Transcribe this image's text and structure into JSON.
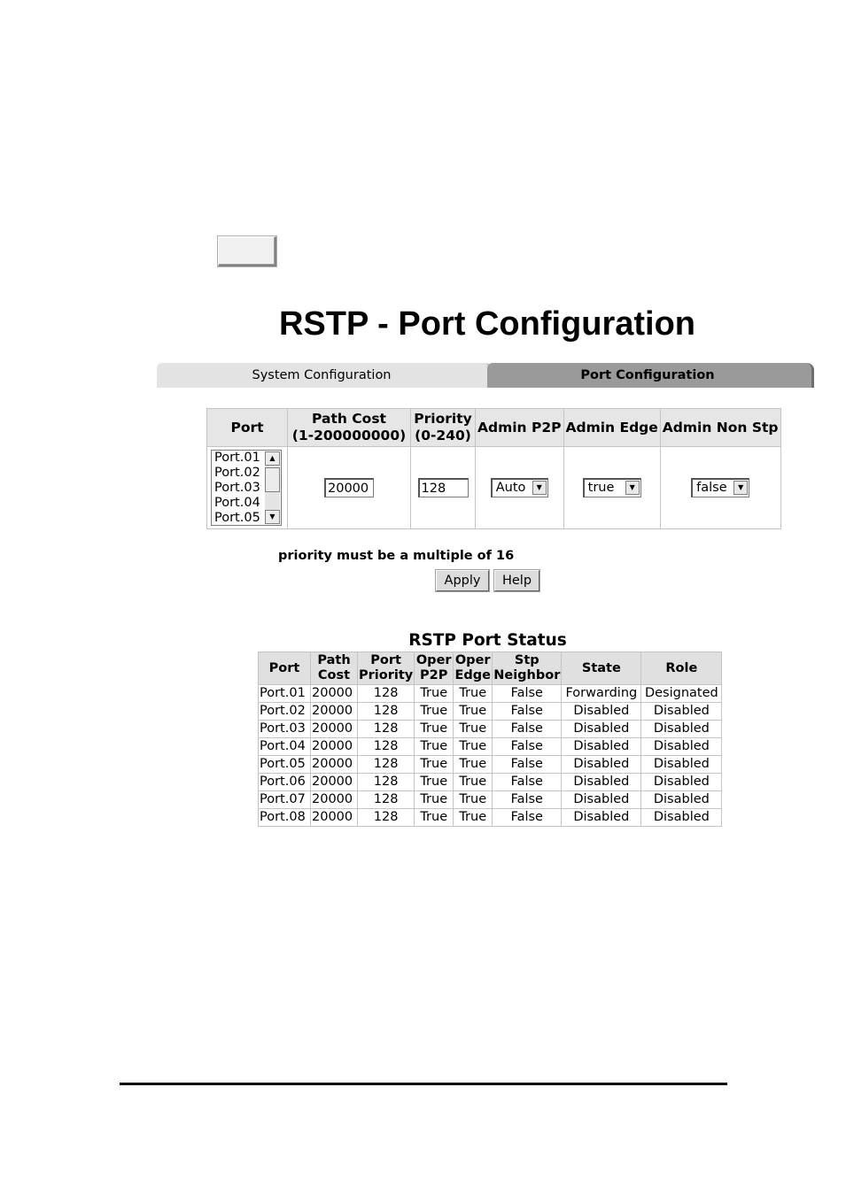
{
  "page": {
    "title": "RSTP - Port Configuration"
  },
  "tabs": [
    {
      "label": "System Configuration",
      "active": false
    },
    {
      "label": "Port Configuration",
      "active": true
    }
  ],
  "config_table": {
    "headers": [
      {
        "line1": "Port",
        "line2": ""
      },
      {
        "line1": "Path Cost",
        "line2": "(1-200000000)"
      },
      {
        "line1": "Priority",
        "line2": "(0-240)"
      },
      {
        "line1": "Admin P2P",
        "line2": ""
      },
      {
        "line1": "Admin Edge",
        "line2": ""
      },
      {
        "line1": "Admin Non Stp",
        "line2": ""
      }
    ],
    "port_list": [
      "Port.01",
      "Port.02",
      "Port.03",
      "Port.04",
      "Port.05"
    ],
    "path_cost_value": "20000",
    "priority_value": "128",
    "admin_p2p": "Auto",
    "admin_edge": "true",
    "admin_non_stp": "false"
  },
  "hint": "priority must be a multiple of 16",
  "buttons": {
    "apply": "Apply",
    "help": "Help"
  },
  "status": {
    "title": "RSTP Port Status",
    "headers": [
      {
        "line1": "Port",
        "line2": ""
      },
      {
        "line1": "Path",
        "line2": "Cost"
      },
      {
        "line1": "Port",
        "line2": "Priority"
      },
      {
        "line1": "Oper",
        "line2": "P2P"
      },
      {
        "line1": "Oper",
        "line2": "Edge"
      },
      {
        "line1": "Stp",
        "line2": "Neighbor"
      },
      {
        "line1": "State",
        "line2": ""
      },
      {
        "line1": "Role",
        "line2": ""
      }
    ],
    "rows": [
      [
        "Port.01",
        "20000",
        "128",
        "True",
        "True",
        "False",
        "Forwarding",
        "Designated"
      ],
      [
        "Port.02",
        "20000",
        "128",
        "True",
        "True",
        "False",
        "Disabled",
        "Disabled"
      ],
      [
        "Port.03",
        "20000",
        "128",
        "True",
        "True",
        "False",
        "Disabled",
        "Disabled"
      ],
      [
        "Port.04",
        "20000",
        "128",
        "True",
        "True",
        "False",
        "Disabled",
        "Disabled"
      ],
      [
        "Port.05",
        "20000",
        "128",
        "True",
        "True",
        "False",
        "Disabled",
        "Disabled"
      ],
      [
        "Port.06",
        "20000",
        "128",
        "True",
        "True",
        "False",
        "Disabled",
        "Disabled"
      ],
      [
        "Port.07",
        "20000",
        "128",
        "True",
        "True",
        "False",
        "Disabled",
        "Disabled"
      ],
      [
        "Port.08",
        "20000",
        "128",
        "True",
        "True",
        "False",
        "Disabled",
        "Disabled"
      ]
    ]
  },
  "colors": {
    "tab_inactive": "#e3e3e3",
    "tab_active": "#9a9a9a",
    "header_bg": "#e6e6e6"
  }
}
